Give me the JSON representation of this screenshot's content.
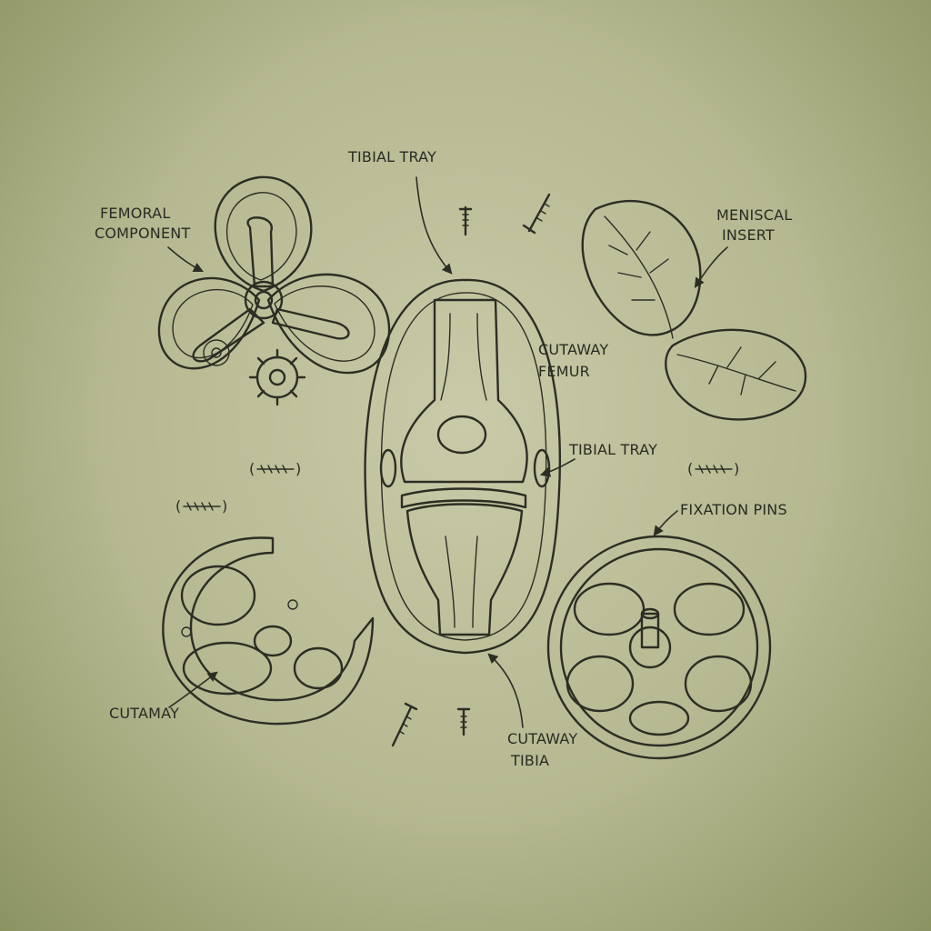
{
  "labels": {
    "femoral_component_line1": "FEMORAL",
    "femoral_component_line2": "COMPONENT",
    "tibial_tray_top": "TIBIAL TRAY",
    "meniscal_insert_line1": "MENISCAL",
    "meniscal_insert_line2": "INSERT",
    "cutaway_femur_line1": "CUTAWAY",
    "cutaway_femur_line2": "FEMUR",
    "tibial_tray_mid": "TIBIAL TRAY",
    "fixation_pins": "FIXATION PINS",
    "cutamay": "CUTAMAY",
    "cutaway_tibia_line1": "CUTAWAY",
    "cutaway_tibia_line2": "TIBIA"
  },
  "colors": {
    "ink": "#2e2d24",
    "glass": "#aebc95",
    "bone": "#efe6c4",
    "leaf": "#b6c79a"
  }
}
